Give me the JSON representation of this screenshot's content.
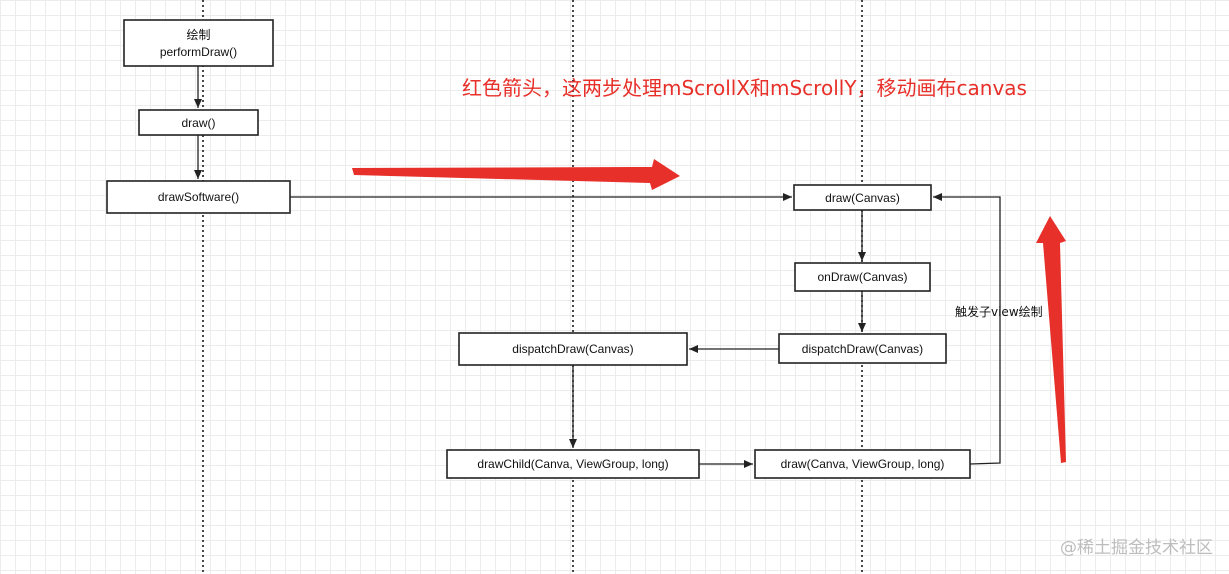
{
  "boxes": {
    "perform_draw_line1": "绘制",
    "perform_draw_line2": "performDraw()",
    "draw": "draw()",
    "draw_software": "drawSoftware()",
    "draw_canvas": "draw(Canvas)",
    "on_draw": "onDraw(Canvas)",
    "dispatch_draw_right": "dispatchDraw(Canvas)",
    "dispatch_draw_left": "dispatchDraw(Canvas)",
    "draw_child": "drawChild(Canva, ViewGroup, long)",
    "draw_viewgroup": "draw(Canva, ViewGroup, long)"
  },
  "notes": {
    "trigger_child_draw": "触发子view绘制",
    "red_arrow_caption": "红色箭头，这两步处理mScrollX和mScrollY，移动画布canvas"
  },
  "watermark": "@稀土掘金技术社区",
  "colors": {
    "annotation_red": "#e8302a",
    "line": "#222222",
    "watermark": "#bdbdbd"
  }
}
